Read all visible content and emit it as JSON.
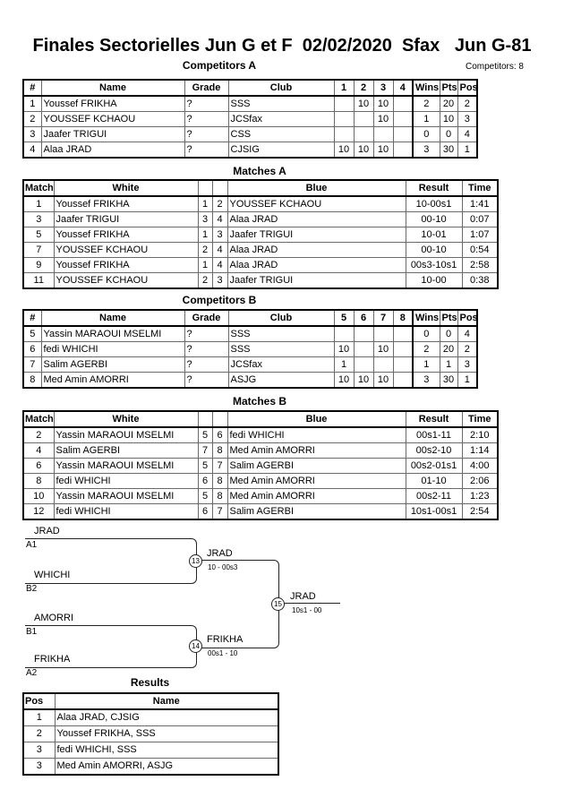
{
  "header": {
    "title": "Finales Sectorielles Jun G et F  02/02/2020  Sfax   Jun G-81",
    "competitors_count": "Competitors: 8"
  },
  "competitors_a": {
    "title": "Competitors A",
    "headers": [
      "#",
      "Name",
      "Grade",
      "Club",
      "1",
      "2",
      "3",
      "4",
      "Wins",
      "Pts",
      "Pos"
    ],
    "rows": [
      [
        "1",
        "Youssef FRIKHA",
        "?",
        "SSS",
        "",
        "10",
        "10",
        "",
        "2",
        "20",
        "2"
      ],
      [
        "2",
        "YOUSSEF KCHAOU",
        "?",
        "JCSfax",
        "",
        "",
        "10",
        "",
        "1",
        "10",
        "3"
      ],
      [
        "3",
        "Jaafer TRIGUI",
        "?",
        "CSS",
        "",
        "",
        "",
        "",
        "0",
        "0",
        "4"
      ],
      [
        "4",
        "Alaa JRAD",
        "?",
        "CJSIG",
        "10",
        "10",
        "10",
        "",
        "3",
        "30",
        "1"
      ]
    ]
  },
  "matches_a": {
    "title": "Matches A",
    "headers": [
      "Match",
      "White",
      "",
      "",
      "Blue",
      "Result",
      "Time"
    ],
    "rows": [
      [
        "1",
        "Youssef FRIKHA",
        "1",
        "2",
        "YOUSSEF KCHAOU",
        "10-00s1",
        "1:41"
      ],
      [
        "3",
        "Jaafer TRIGUI",
        "3",
        "4",
        "Alaa JRAD",
        "00-10",
        "0:07"
      ],
      [
        "5",
        "Youssef FRIKHA",
        "1",
        "3",
        "Jaafer TRIGUI",
        "10-01",
        "1:07"
      ],
      [
        "7",
        "YOUSSEF KCHAOU",
        "2",
        "4",
        "Alaa JRAD",
        "00-10",
        "0:54"
      ],
      [
        "9",
        "Youssef FRIKHA",
        "1",
        "4",
        "Alaa JRAD",
        "00s3-10s1",
        "2:58"
      ],
      [
        "11",
        "YOUSSEF KCHAOU",
        "2",
        "3",
        "Jaafer TRIGUI",
        "10-00",
        "0:38"
      ]
    ]
  },
  "competitors_b": {
    "title": "Competitors B",
    "headers": [
      "#",
      "Name",
      "Grade",
      "Club",
      "5",
      "6",
      "7",
      "8",
      "Wins",
      "Pts",
      "Pos"
    ],
    "rows": [
      [
        "5",
        "Yassin MARAOUI MSELMI",
        "?",
        "SSS",
        "",
        "",
        "",
        "",
        "0",
        "0",
        "4"
      ],
      [
        "6",
        "fedi WHICHI",
        "?",
        "SSS",
        "10",
        "",
        "10",
        "",
        "2",
        "20",
        "2"
      ],
      [
        "7",
        "Salim AGERBI",
        "?",
        "JCSfax",
        "1",
        "",
        "",
        "",
        "1",
        "1",
        "3"
      ],
      [
        "8",
        "Med Amin AMORRI",
        "?",
        "ASJG",
        "10",
        "10",
        "10",
        "",
        "3",
        "30",
        "1"
      ]
    ]
  },
  "matches_b": {
    "title": "Matches B",
    "headers": [
      "Match",
      "White",
      "",
      "",
      "Blue",
      "Result",
      "Time"
    ],
    "rows": [
      [
        "2",
        "Yassin MARAOUI MSELMI",
        "5",
        "6",
        "fedi WHICHI",
        "00s1-11",
        "2:10"
      ],
      [
        "4",
        "Salim AGERBI",
        "7",
        "8",
        "Med Amin AMORRI",
        "00s2-10",
        "1:14"
      ],
      [
        "6",
        "Yassin MARAOUI MSELMI",
        "5",
        "7",
        "Salim AGERBI",
        "00s2-01s1",
        "4:00"
      ],
      [
        "8",
        "fedi WHICHI",
        "6",
        "8",
        "Med Amin AMORRI",
        "01-10",
        "2:06"
      ],
      [
        "10",
        "Yassin MARAOUI MSELMI",
        "5",
        "8",
        "Med Amin AMORRI",
        "00s2-11",
        "1:23"
      ],
      [
        "12",
        "fedi WHICHI",
        "6",
        "7",
        "Salim AGERBI",
        "10s1-00s1",
        "2:54"
      ]
    ]
  },
  "bracket": {
    "slots": [
      {
        "name": "JRAD",
        "seed": "A1"
      },
      {
        "name": "WHICHI",
        "seed": "B2"
      },
      {
        "name": "AMORRI",
        "seed": "B1"
      },
      {
        "name": "FRIKHA",
        "seed": "A2"
      }
    ],
    "semifinal_1": {
      "match_no": "13",
      "winner": "JRAD",
      "result": "10 - 00s3"
    },
    "semifinal_2": {
      "match_no": "14",
      "winner": "FRIKHA",
      "result": "00s1 - 10"
    },
    "final": {
      "match_no": "15",
      "winner": "JRAD",
      "result": "10s1 - 00"
    }
  },
  "results": {
    "title": "Results",
    "headers": [
      "Pos",
      "Name"
    ],
    "rows": [
      [
        "1",
        "Alaa JRAD, CJSIG"
      ],
      [
        "2",
        "Youssef FRIKHA, SSS"
      ],
      [
        "3",
        "fedi WHICHI, SSS"
      ],
      [
        "3",
        "Med Amin AMORRI, ASJG"
      ]
    ]
  }
}
